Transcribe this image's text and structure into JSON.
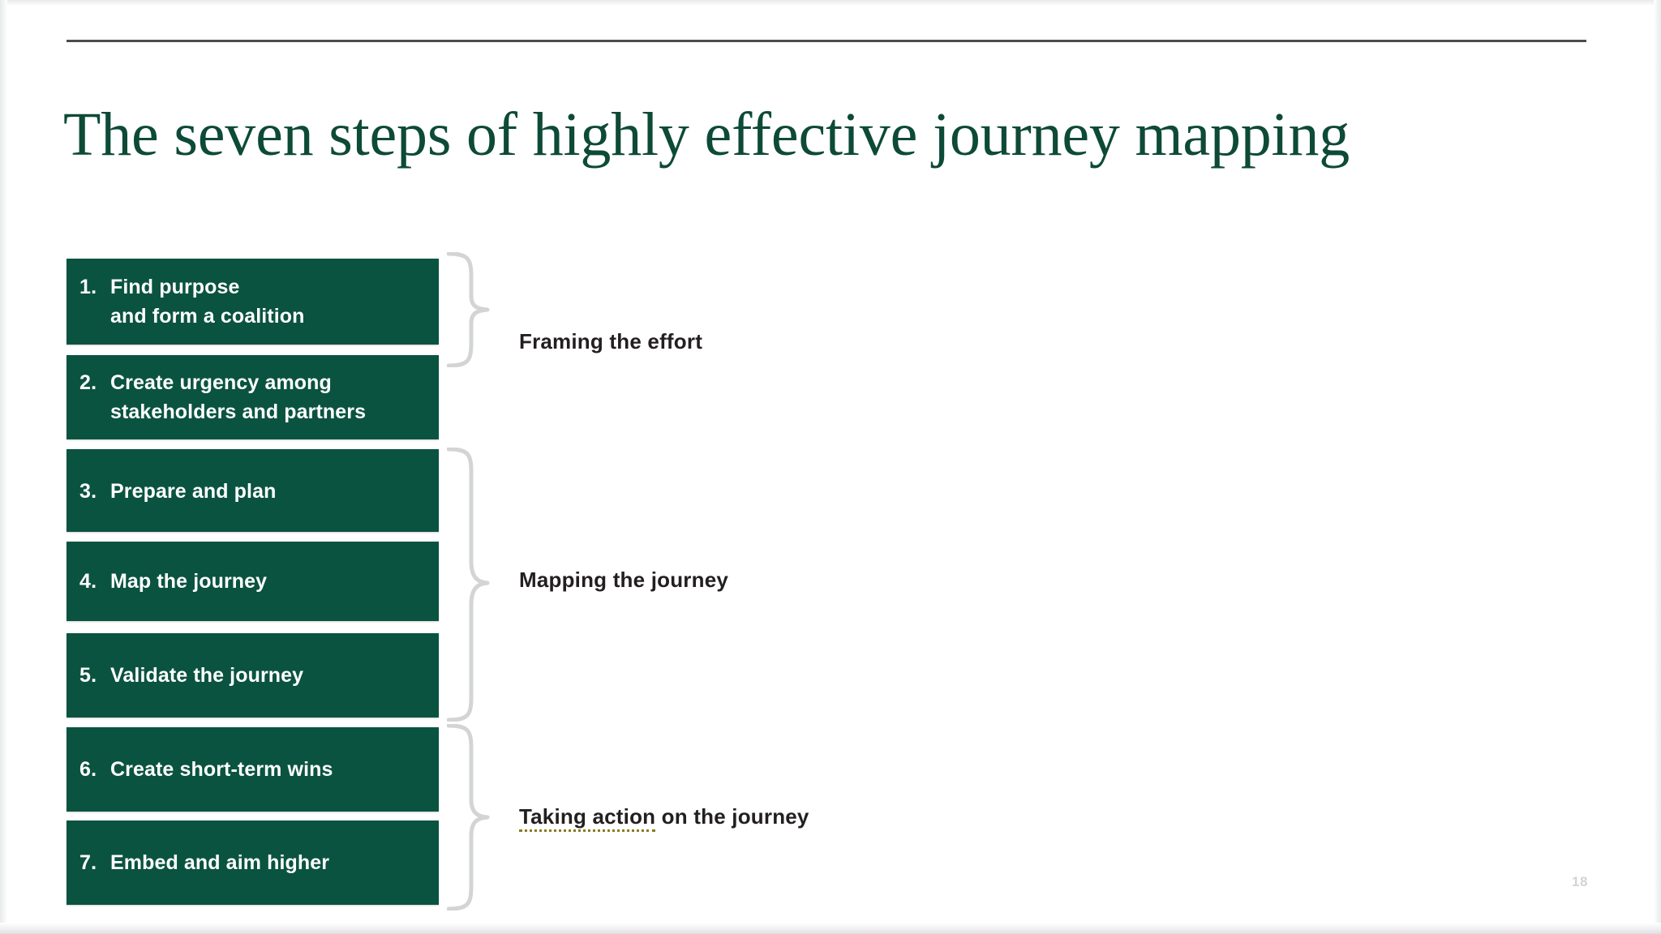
{
  "slide": {
    "title": "The seven steps of highly effective journey mapping",
    "page_number": "18",
    "colors": {
      "box_green": "#0a5340",
      "title_green": "#0d4a37",
      "rule_gray": "#4c4c4c",
      "brace_gray": "#d3d4d6",
      "label_black": "#231f20",
      "flagged_underline": "#8c7a20"
    }
  },
  "steps": [
    {
      "number": "1.",
      "line1": "Find purpose",
      "line2": "and form a coalition"
    },
    {
      "number": "2.",
      "line1": "Create urgency among",
      "line2": "stakeholders and partners"
    },
    {
      "number": "3.",
      "line1": "Prepare and plan",
      "line2": ""
    },
    {
      "number": "4.",
      "line1": "Map the journey",
      "line2": ""
    },
    {
      "number": "5.",
      "line1": "Validate the journey",
      "line2": ""
    },
    {
      "number": "6.",
      "line1": "Create short-term wins",
      "line2": ""
    },
    {
      "number": "7.",
      "line1": "Embed and aim higher",
      "line2": ""
    }
  ],
  "groups": [
    {
      "label": "Framing the effort",
      "flagged_text": "",
      "rest_text": "Framing the effort",
      "steps": "1-2"
    },
    {
      "label": "Mapping the journey",
      "flagged_text": "",
      "rest_text": "Mapping the journey",
      "steps": "3-5"
    },
    {
      "label": "Taking action on the journey",
      "flagged_text": "Taking action",
      "rest_text": " on the journey",
      "steps": "6-7"
    }
  ]
}
